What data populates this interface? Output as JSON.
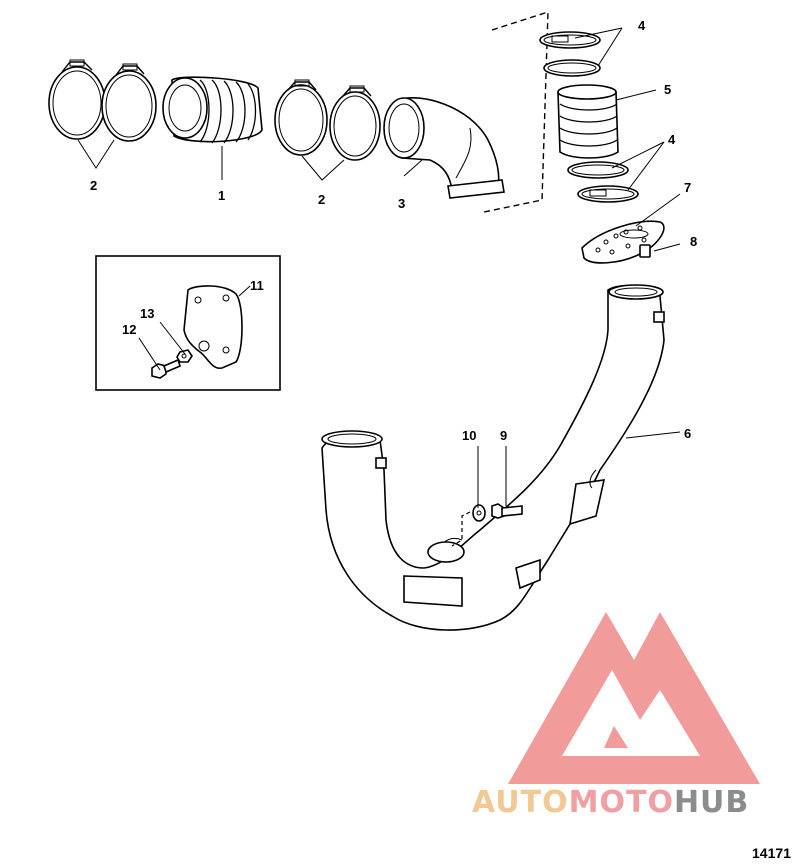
{
  "diagram": {
    "callouts": {
      "c1": "1",
      "c2a": "2",
      "c2b": "2",
      "c3": "3",
      "c4a": "4",
      "c4b": "4",
      "c5": "5",
      "c6": "6",
      "c7": "7",
      "c8": "8",
      "c9": "9",
      "c10": "10",
      "c11": "11",
      "c12": "12",
      "c13": "13"
    },
    "figure_number": "14171"
  },
  "watermark": {
    "word_part1": "AUTO",
    "word_part2": "MOTO",
    "word_part3": "HUB",
    "colors": {
      "logo": "#f08a8a",
      "auto": "#f2c894",
      "moto": "#f0a0a0",
      "hub": "#8c8c8c"
    }
  }
}
